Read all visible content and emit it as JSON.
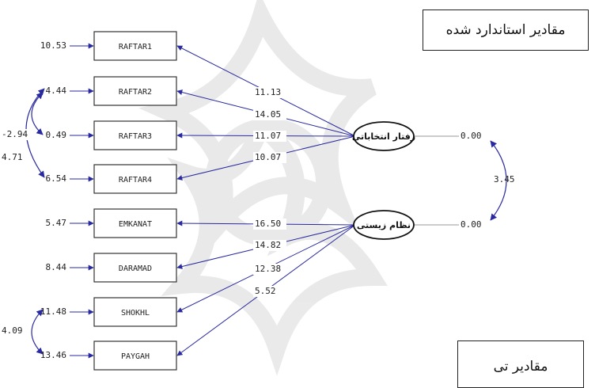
{
  "diagram": {
    "title_box": "مقادیر استاندارد شده",
    "corner_box": "مقادیر تی",
    "colors": {
      "path": "#2a2aa0",
      "watermark": "#e6e6e6",
      "box_border": "#333333"
    },
    "indicators": [
      {
        "name": "RAFTAR1",
        "error": "10.53"
      },
      {
        "name": "RAFTAR2",
        "error": "4.44"
      },
      {
        "name": "RAFTAR3",
        "error": "0.49"
      },
      {
        "name": "RAFTAR4",
        "error": "6.54"
      },
      {
        "name": "EMKANAT",
        "error": "5.47"
      },
      {
        "name": "DARAMAD",
        "error": "8.44"
      },
      {
        "name": "SHOKHL",
        "error": "11.48"
      },
      {
        "name": "PAYGAH",
        "error": "13.46"
      }
    ],
    "latents": [
      {
        "label": "رفتار انتخاباتی",
        "variance": "0.00"
      },
      {
        "label": "نظام زیستی",
        "variance": "0.00"
      }
    ],
    "loadings": [
      {
        "latent": 0,
        "indicator": 0,
        "value": "11.13"
      },
      {
        "latent": 0,
        "indicator": 1,
        "value": "14.05"
      },
      {
        "latent": 0,
        "indicator": 2,
        "value": "11.07"
      },
      {
        "latent": 0,
        "indicator": 3,
        "value": "10.07"
      },
      {
        "latent": 1,
        "indicator": 4,
        "value": "16.50"
      },
      {
        "latent": 1,
        "indicator": 5,
        "value": "14.82"
      },
      {
        "latent": 1,
        "indicator": 6,
        "value": "12.38"
      },
      {
        "latent": 1,
        "indicator": 7,
        "value": "5.52"
      }
    ],
    "latent_covariance": "3.45",
    "error_covariances": [
      {
        "a": 1,
        "b": 3,
        "value": "4.71"
      },
      {
        "a": 1,
        "b": 2,
        "value": "-2.94"
      },
      {
        "a": 6,
        "b": 7,
        "value": "4.09"
      }
    ]
  }
}
